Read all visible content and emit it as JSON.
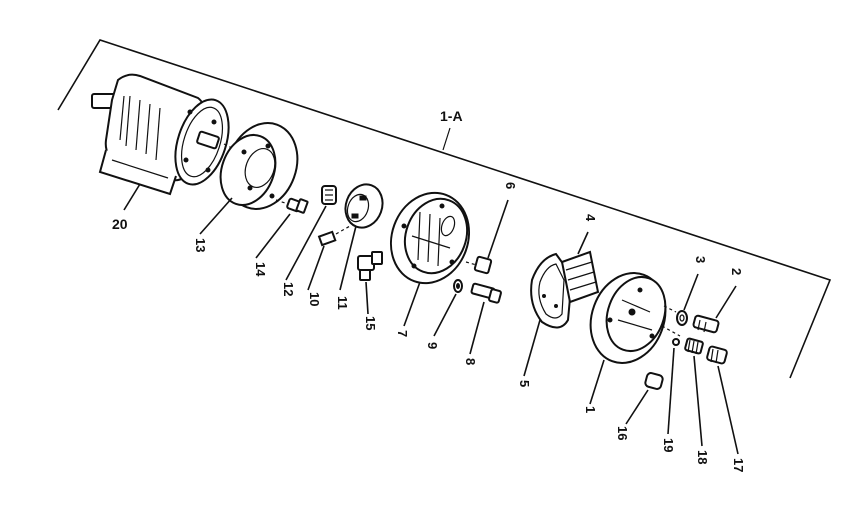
{
  "assembly_label": "1-A",
  "callouts": {
    "p1": "1",
    "p2": "2",
    "p3": "3",
    "p4": "4",
    "p5": "5",
    "p6": "6",
    "p7": "7",
    "p8": "8",
    "p9": "9",
    "p10": "10",
    "p11": "11",
    "p12": "12",
    "p13": "13",
    "p14": "14",
    "p15": "15",
    "p16": "16",
    "p17": "17",
    "p18": "18",
    "p19": "19",
    "p20": "20"
  }
}
